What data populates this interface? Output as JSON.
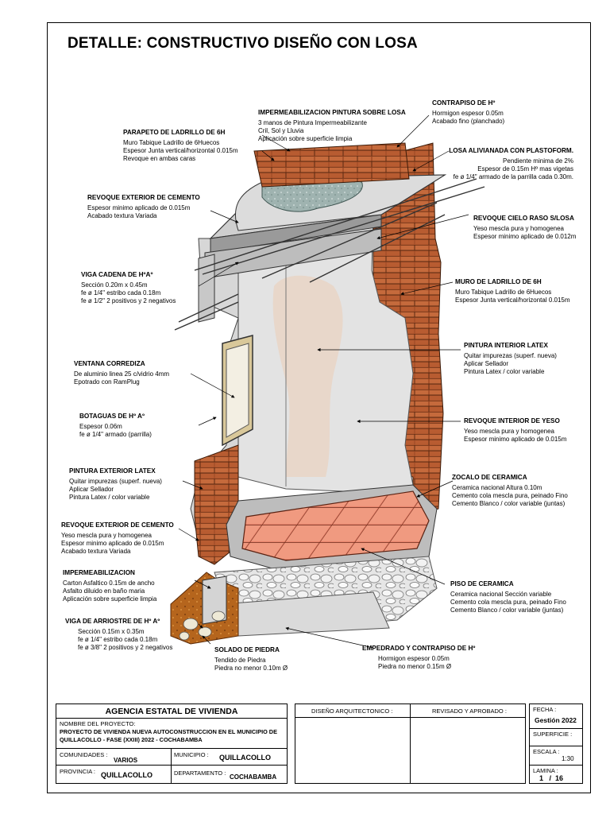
{
  "title": "DETALLE:  CONSTRUCTIVO DISEÑO CON  LOSA",
  "annotations": {
    "impermeabilizacion_losa": {
      "heading": "IMPERMEABILIZACION PINTURA SOBRE LOSA",
      "lines": [
        "3 manos de Pintura Impermeabilizante",
        "Cril, Sol y Lluvia",
        "Aplicación sobre superficie limpia"
      ]
    },
    "contrapiso_top": {
      "heading": "CONTRAPISO DE Hº",
      "lines": [
        "Hormigon espesor 0.05m",
        "Acabado fino (planchado)"
      ]
    },
    "parapeto": {
      "heading": "PARAPETO DE LADRILLO DE 6H",
      "lines": [
        "Muro Tabique Ladrillo de 6Huecos",
        "Espesor Junta vertical/horizontal 0.015m",
        "Revoque en ambas caras"
      ]
    },
    "losa_alivianada": {
      "heading": "LOSA ALIVIANADA CON PLASTOFORM.",
      "lines": [
        "Pendiente minima de 2%",
        "Espesor de 0.15m Hº mas vigetas",
        "fe ø 1/4\" armado de la parrilla cada 0.30m."
      ]
    },
    "revoque_exterior_1": {
      "heading": "REVOQUE EXTERIOR DE CEMENTO",
      "lines": [
        "Espesor minimo aplicado de 0.015m",
        "Acabado textura Variada"
      ]
    },
    "revoque_cielo_raso": {
      "heading": "REVOQUE CIELO RASO S/LOSA",
      "lines": [
        "Yeso mescla pura y homogenea",
        "Espesor minimo aplicado de 0.012m"
      ]
    },
    "viga_cadena": {
      "heading": "VIGA CADENA DE HºAº",
      "lines": [
        "Sección 0.20m x 0.45m",
        "fe ø 1/4\" estribo cada 0.18m",
        "fe ø 1/2\" 2 positivos y 2 negativos"
      ]
    },
    "muro_ladrillo": {
      "heading": "MURO DE LADRILLO DE 6H",
      "lines": [
        "Muro Tabique Ladrillo de 6Huecos",
        "Espesor Junta vertical/horizontal 0.015m"
      ]
    },
    "pintura_interior": {
      "heading": "PINTURA INTERIOR LATEX",
      "lines": [
        "Quitar impurezas (superf. nueva)",
        "Aplicar  Sellador",
        "Pintura Latex / color variable"
      ]
    },
    "ventana": {
      "heading": "VENTANA CORREDIZA",
      "lines": [
        "De aluminio linea 25 c/vidrio 4mm",
        "Epotrado con RamPlug"
      ]
    },
    "botaguas": {
      "heading": "BOTAGUAS DE Hº Aº",
      "lines": [
        "Espesor 0.06m",
        "fe ø 1/4\" armado (parrilla)"
      ]
    },
    "revoque_interior": {
      "heading": "REVOQUE INTERIOR DE YESO",
      "lines": [
        "Yeso mescla pura y homogenea",
        "Espesor minimo aplicado de 0.015m"
      ]
    },
    "pintura_exterior": {
      "heading": "PINTURA EXTERIOR LATEX",
      "lines": [
        "Quitar impurezas (superf. nueva)",
        "Aplicar  Sellador",
        "Pintura Latex / color variable"
      ]
    },
    "zocalo": {
      "heading": "ZOCALO DE CERAMICA",
      "lines": [
        "Ceramica nacional Altura 0.10m",
        "Cemento cola mescla pura, peinado Fino",
        "Cemento Blanco / color variable (juntas)"
      ]
    },
    "revoque_exterior_2": {
      "heading": "REVOQUE EXTERIOR DE CEMENTO",
      "lines": [
        "Yeso mescla pura y homogenea",
        "Espesor minimo aplicado de 0.015m",
        "Acabado textura Variada"
      ]
    },
    "impermeabilizacion": {
      "heading": "IMPERMEABILIZACION",
      "lines": [
        "Carton Asfaltico 0.15m de ancho",
        "Asfalto diluido en baño maria",
        "Aplicación sobre superficie limpia"
      ]
    },
    "piso_ceramica": {
      "heading": "PISO DE CERAMICA",
      "lines": [
        "Ceramica nacional Sección variable",
        "Cemento cola mescla pura, peinado Fino",
        "Cemento Blanco / color variable (juntas)"
      ]
    },
    "viga_arriostre": {
      "heading": "VIGA DE ARRIOSTRE DE Hº Aº",
      "lines": [
        "Sección 0.15m x 0.35m",
        "fe ø 1/4\" estribo cada 0.18m",
        "fe ø 3/8\" 2 positivos y 2 negativos"
      ]
    },
    "solado": {
      "heading": "SOLADO DE PIEDRA",
      "lines": [
        "Tendido de Piedra",
        "Piedra no menor  0.10m Ø"
      ]
    },
    "empedrado": {
      "heading": "EMPEDRADO Y CONTRAPISO DE Hº",
      "lines": [
        "Hormigon espesor 0.05m",
        "Piedra no menor  0.15m Ø"
      ]
    }
  },
  "title_block": {
    "agency": "AGENCIA ESTATAL DE VIVIENDA",
    "project_label": "NOMBRE DEL PROYECTO:",
    "project_line1": "PROYECTO DE VIVIENDA NUEVA AUTOCONSTRUCCION EN EL MUNICIPIO DE",
    "project_line2": "QUILLACOLLO - FASE (XXIII) 2022 - COCHABAMBA",
    "comunidades_label": "COMUNIDADES :",
    "comunidades": "VARIOS",
    "municipio_label": "MUNICIPIO :",
    "municipio": "QUILLACOLLO",
    "provincia_label": "PROVINCIA :",
    "provincia": "QUILLACOLLO",
    "departamento_label": "DEPARTAMENTO :",
    "departamento": "COCHABAMBA",
    "diseno_label": "DISEÑO ARQUITECTONICO :",
    "revisado_label": "REVISADO Y APROBADO :",
    "fecha_label": "FECHA :",
    "fecha": "Gestión 2022",
    "superficie_label": "SUPERFICIE :",
    "escala_label": "ESCALA :",
    "escala": "1:30",
    "lamina_label": "LAMINA :",
    "lamina": "1   /  16"
  }
}
